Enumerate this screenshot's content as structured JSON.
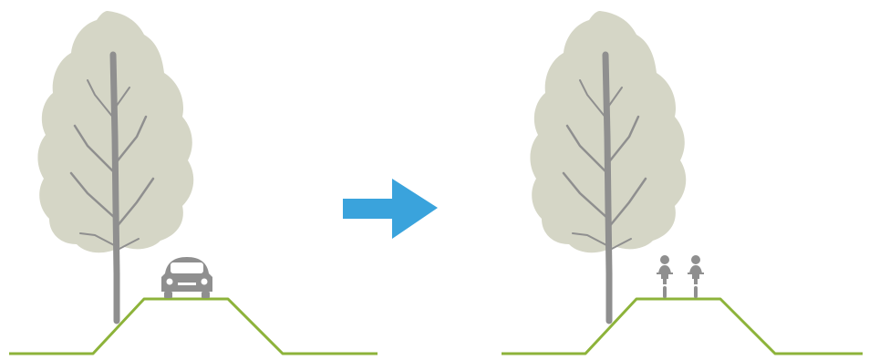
{
  "colors": {
    "foliage": "#d5d6c6",
    "trunk": "#8f8f8f",
    "embankment_line": "#8db33a",
    "arrow": "#3aa3dc",
    "vehicle": "#8f8f8f",
    "background": "#ffffff"
  },
  "panels": [
    {
      "id": "before",
      "vehicle_icon": "car-icon",
      "vehicle_count": 1
    },
    {
      "id": "after",
      "vehicle_icon": "cyclist-icon",
      "vehicle_count": 2
    }
  ],
  "arrow": {
    "icon": "right-arrow-icon",
    "direction": "right"
  }
}
